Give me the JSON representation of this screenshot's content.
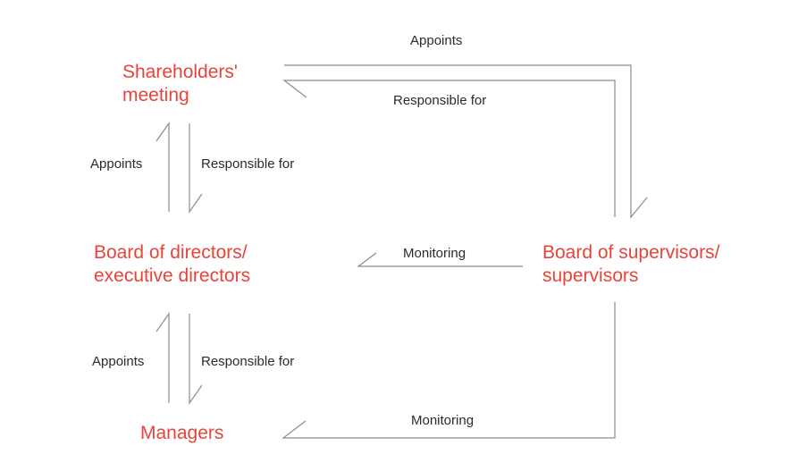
{
  "nodes": {
    "shareholders": {
      "line1": "Shareholders'",
      "line2": "meeting"
    },
    "board_directors": {
      "line1": "Board of directors/",
      "line2": "executive directors"
    },
    "board_supervisors": {
      "line1": "Board of supervisors/",
      "line2": "supervisors"
    },
    "managers": {
      "line1": "Managers"
    }
  },
  "edge_labels": {
    "sh_to_sup_top": "Appoints",
    "sup_to_sh": "Responsible for",
    "sh_to_bod_appoints": "Appoints",
    "bod_to_sh_responsible": "Responsible for",
    "sup_to_bod_monitoring": "Monitoring",
    "bod_to_mgr_appoints": "Appoints",
    "mgr_to_bod_responsible": "Responsible for",
    "sup_to_mgr_monitoring": "Monitoring"
  },
  "colors": {
    "node_text": "#e8433a",
    "label_text": "#2b2b2b",
    "lines": "#8c8c8c"
  }
}
